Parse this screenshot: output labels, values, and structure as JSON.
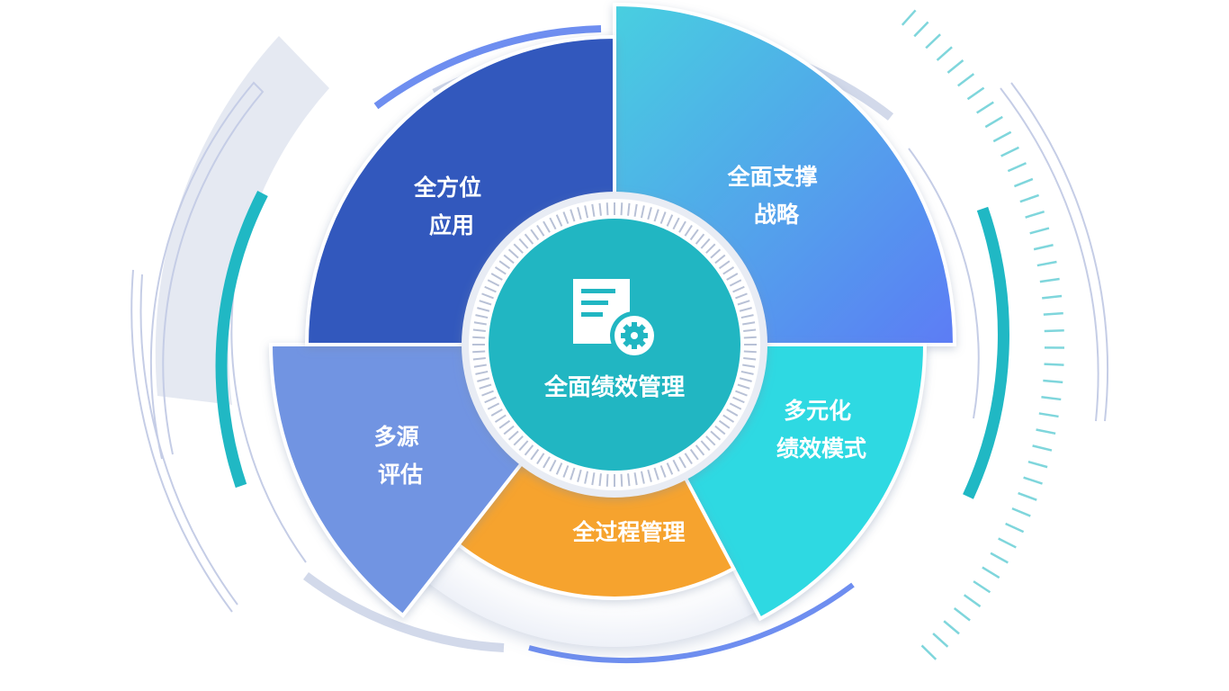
{
  "center": {
    "label": "全面绩效管理",
    "icon": "document-gear-icon",
    "color": "#21b6c2"
  },
  "segments": [
    {
      "id": "strategy",
      "lines": [
        "全面支撑",
        "战略"
      ],
      "color_start": "#48cfe0",
      "color_end": "#5c7cf5"
    },
    {
      "id": "diverse",
      "lines": [
        "多元化",
        "绩效模式"
      ],
      "color_start": "#2ed9e2",
      "color_end": "#2ed9e2"
    },
    {
      "id": "process",
      "lines": [
        "全过程管理"
      ],
      "color_start": "#f6a32f",
      "color_end": "#f6a32f"
    },
    {
      "id": "multisource",
      "lines": [
        "多源",
        "评估"
      ],
      "color_start": "#7194e2",
      "color_end": "#7194e2"
    },
    {
      "id": "allround",
      "lines": [
        "全方位",
        "应用"
      ],
      "color_start": "#3058bd",
      "color_end": "#3058bd"
    }
  ],
  "colors": {
    "teal_arc": "#20b8c4",
    "blue_arc": "#6e8ef0",
    "gray_arc": "#dfe4ef",
    "outline": "#c5cde6"
  }
}
